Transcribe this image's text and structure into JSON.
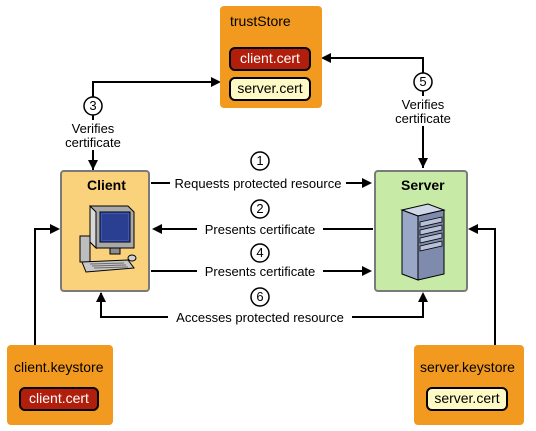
{
  "truststore": {
    "title": "trustStore",
    "client_cert": "client.cert",
    "server_cert": "server.cert"
  },
  "client": {
    "title": "Client",
    "icon": "desktop-computer-icon"
  },
  "server": {
    "title": "Server",
    "icon": "server-tower-icon"
  },
  "client_keystore": {
    "title": "client.keystore",
    "cert": "client.cert"
  },
  "server_keystore": {
    "title": "server.keystore",
    "cert": "server.cert"
  },
  "steps": [
    {
      "number": "1",
      "label": "Requests protected resource"
    },
    {
      "number": "2",
      "label": "Presents certificate"
    },
    {
      "number": "3",
      "label_line1": "Verifies",
      "label_line2": "certificate"
    },
    {
      "number": "4",
      "label": "Presents certificate"
    },
    {
      "number": "5",
      "label_line1": "Verifies",
      "label_line2": "certificate"
    },
    {
      "number": "6",
      "label": "Accesses protected resource"
    }
  ],
  "colors": {
    "orange_box": "#f29a1f",
    "client_box": "#fbd27c",
    "server_box": "#c7eba6",
    "red_pill": "#b11e0c",
    "cream_pill": "#fefac6"
  }
}
